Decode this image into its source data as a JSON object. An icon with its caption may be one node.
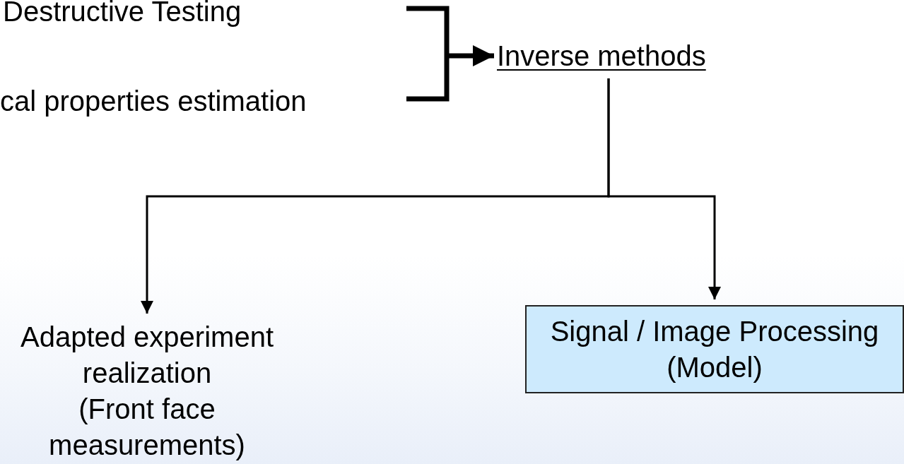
{
  "diagram": {
    "nodes": [
      {
        "text": [
          "Destructive Testing"
        ]
      },
      {
        "text": [
          "cal properties estimation"
        ]
      },
      {
        "text": [
          "Inverse methods"
        ]
      },
      {
        "text": [
          "Adapted experiment realization",
          "(Front face measurements)"
        ]
      },
      {
        "text": [
          "Signal / Image Processing (Model)"
        ]
      }
    ],
    "edges": [
      {
        "from": null,
        "to": 2,
        "arrow": "to",
        "style": "thick"
      },
      {
        "from": 2,
        "to": 3,
        "arrow": "to"
      },
      {
        "from": 2,
        "to": 4,
        "arrow": "to"
      }
    ]
  }
}
